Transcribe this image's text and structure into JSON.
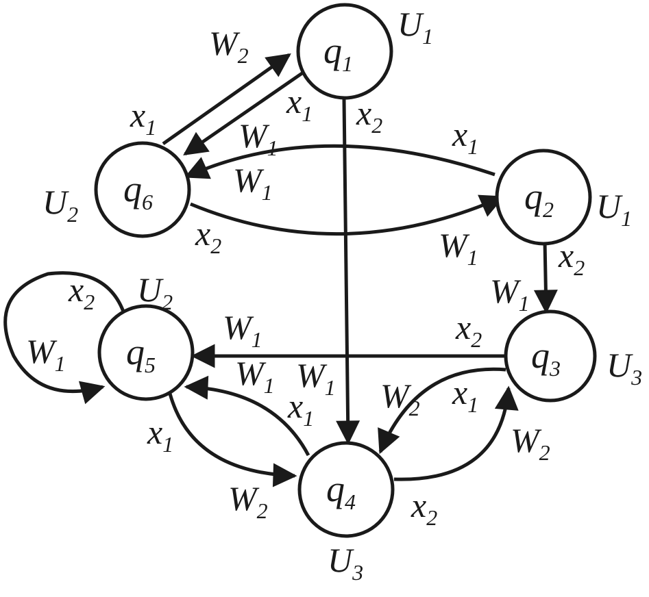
{
  "states": [
    {
      "id": "q1",
      "base": "q",
      "sub": "1",
      "output_base": "U",
      "output_sub": "1"
    },
    {
      "id": "q2",
      "base": "q",
      "sub": "2",
      "output_base": "U",
      "output_sub": "1"
    },
    {
      "id": "q3",
      "base": "q",
      "sub": "3",
      "output_base": "U",
      "output_sub": "3"
    },
    {
      "id": "q4",
      "base": "q",
      "sub": "4",
      "output_base": "U",
      "output_sub": "3"
    },
    {
      "id": "q5",
      "base": "q",
      "sub": "5",
      "output_base": "U",
      "output_sub": "2"
    },
    {
      "id": "q6",
      "base": "q",
      "sub": "6",
      "output_base": "U",
      "output_sub": "2"
    }
  ],
  "transitions": [
    {
      "from": "q6",
      "to": "q1",
      "input_base": "x",
      "input_sub": "1",
      "output_base": "W",
      "output_sub": "2"
    },
    {
      "from": "q1",
      "to": "q6",
      "input_base": "x",
      "input_sub": "1",
      "output_base": "W",
      "output_sub": "1"
    },
    {
      "from": "q1",
      "to": "q4",
      "input_base": "x",
      "input_sub": "2",
      "output_base": "W",
      "output_sub": "1"
    },
    {
      "from": "q2",
      "to": "q6",
      "input_base": "x",
      "input_sub": "1",
      "output_base": "W",
      "output_sub": "1"
    },
    {
      "from": "q6",
      "to": "q2",
      "input_base": "x",
      "input_sub": "2",
      "output_base": "W",
      "output_sub": "1"
    },
    {
      "from": "q2",
      "to": "q3",
      "input_base": "x",
      "input_sub": "2",
      "output_base": "W",
      "output_sub": "1"
    },
    {
      "from": "q3",
      "to": "q5",
      "input_base": "x",
      "input_sub": "2",
      "output_base": "W",
      "output_sub": "1"
    },
    {
      "from": "q3",
      "to": "q4",
      "input_base": "x",
      "input_sub": "1",
      "output_base": "W",
      "output_sub": "2"
    },
    {
      "from": "q4",
      "to": "q3",
      "input_base": "x",
      "input_sub": "2",
      "output_base": "W",
      "output_sub": "2"
    },
    {
      "from": "q5",
      "to": "q4",
      "input_base": "x",
      "input_sub": "1",
      "output_base": "W",
      "output_sub": "2"
    },
    {
      "from": "q4",
      "to": "q5",
      "input_base": "x",
      "input_sub": "1",
      "output_base": "W",
      "output_sub": "1"
    },
    {
      "from": "q5",
      "to": "q5",
      "input_base": "x",
      "input_sub": "2",
      "output_base": "W",
      "output_sub": "1"
    }
  ]
}
